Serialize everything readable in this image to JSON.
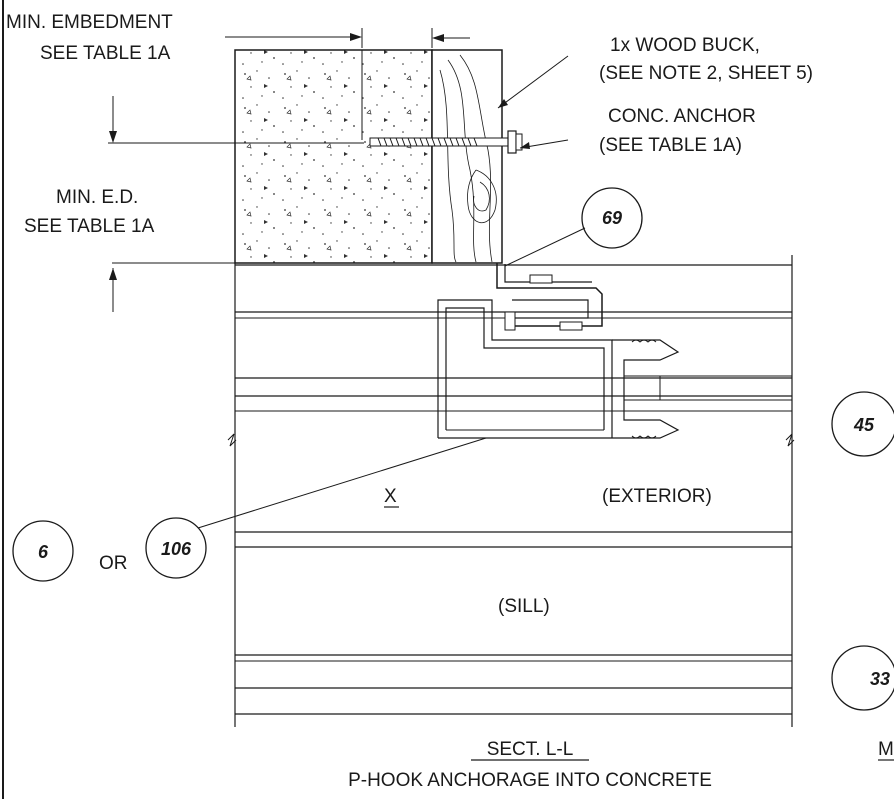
{
  "drawing": {
    "min_embedment": [
      "MIN. EMBEDMENT",
      "SEE TABLE 1A"
    ],
    "min_ed": [
      "MIN. E.D.",
      "SEE TABLE 1A"
    ],
    "wood_buck": [
      "1x WOOD  BUCK,",
      "(SEE NOTE 2, SHEET 5)"
    ],
    "conc_anchor": [
      "CONC. ANCHOR",
      "(SEE TABLE 1A)"
    ],
    "exterior": "(EXTERIOR)",
    "sill": "(SILL)",
    "x_mark": "X",
    "or_text": "OR",
    "bubbles": [
      "69",
      "45",
      "6",
      "106",
      "33"
    ],
    "section_title": "SECT. L-L",
    "section_subtitle": "P-HOOK ANCHORAGE INTO CONCRETE",
    "partial_label": "M"
  }
}
